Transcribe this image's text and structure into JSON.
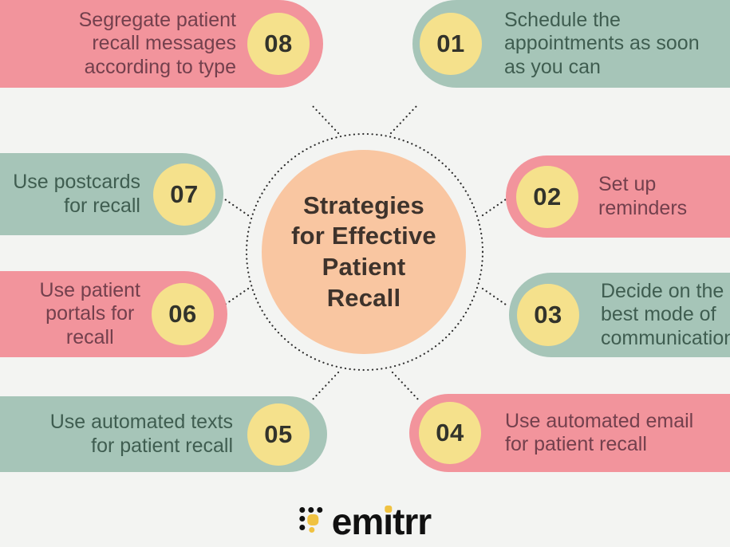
{
  "title": "Strategies\nfor Effective\nPatient\nRecall",
  "items": [
    {
      "number": "01",
      "text": "Schedule the\nappointments as soon\nas you can"
    },
    {
      "number": "02",
      "text": "Set up\nreminders"
    },
    {
      "number": "03",
      "text": "Decide on the\nbest mode of\ncommunication"
    },
    {
      "number": "04",
      "text": "Use automated email\nfor patient recall"
    },
    {
      "number": "05",
      "text": "Use automated texts\nfor patient recall"
    },
    {
      "number": "06",
      "text": "Use patient\nportals for\nrecall"
    },
    {
      "number": "07",
      "text": "Use postcards\nfor recall"
    },
    {
      "number": "08",
      "text": "Segregate patient\nrecall messages\naccording to type"
    }
  ],
  "logo": {
    "pre": "em",
    "i": "i",
    "post": "trr",
    "full": "emitrr"
  },
  "colors": {
    "bg": "#f3f4f2",
    "pink": "#f2949c",
    "pink-text": "#73404d",
    "teal": "#a6c5b8",
    "teal-text": "#3f5d50",
    "yellow": "#f5e18c",
    "num-text": "#32332b",
    "peach": "#f9c6a1",
    "center-text": "#3e332c",
    "dot": "#2e2e2e",
    "logo-black": "#111111",
    "logo-yellow": "#f0c241"
  }
}
